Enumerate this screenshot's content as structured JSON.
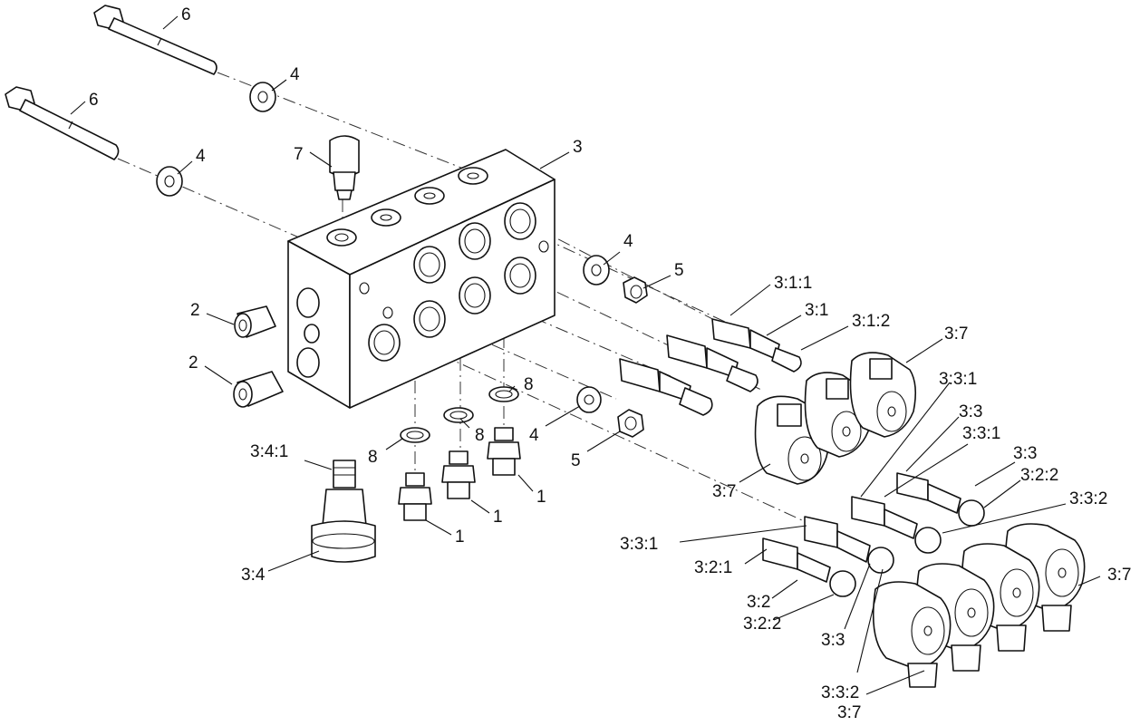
{
  "labels": {
    "l6a": "6",
    "l6b": "6",
    "l4a": "4",
    "l4b": "4",
    "l7": "7",
    "l3": "3",
    "l4c": "4",
    "l5a": "5",
    "l311": "3:1:1",
    "l31": "3:1",
    "l312": "3:1:2",
    "l37a": "3:7",
    "l2a": "2",
    "l2b": "2",
    "l8a": "8",
    "l8b": "8",
    "l8c": "8",
    "l4d": "4",
    "l5b": "5",
    "l1a": "1",
    "l1b": "1",
    "l1c": "1",
    "l341": "3:4:1",
    "l34": "3:4",
    "l37b": "3:7",
    "l331a": "3:3:1",
    "l33a": "3:3",
    "l331b": "3:3:1",
    "l33b": "3:3",
    "l322a": "3:2:2",
    "l332a": "3:3:2",
    "l331c": "3:3:1",
    "l321": "3:2:1",
    "l32": "3:2",
    "l322b": "3:2:2",
    "l33c": "3:3",
    "l37c": "3:7",
    "l332b": "3:3:2",
    "l37d": "3:7"
  }
}
